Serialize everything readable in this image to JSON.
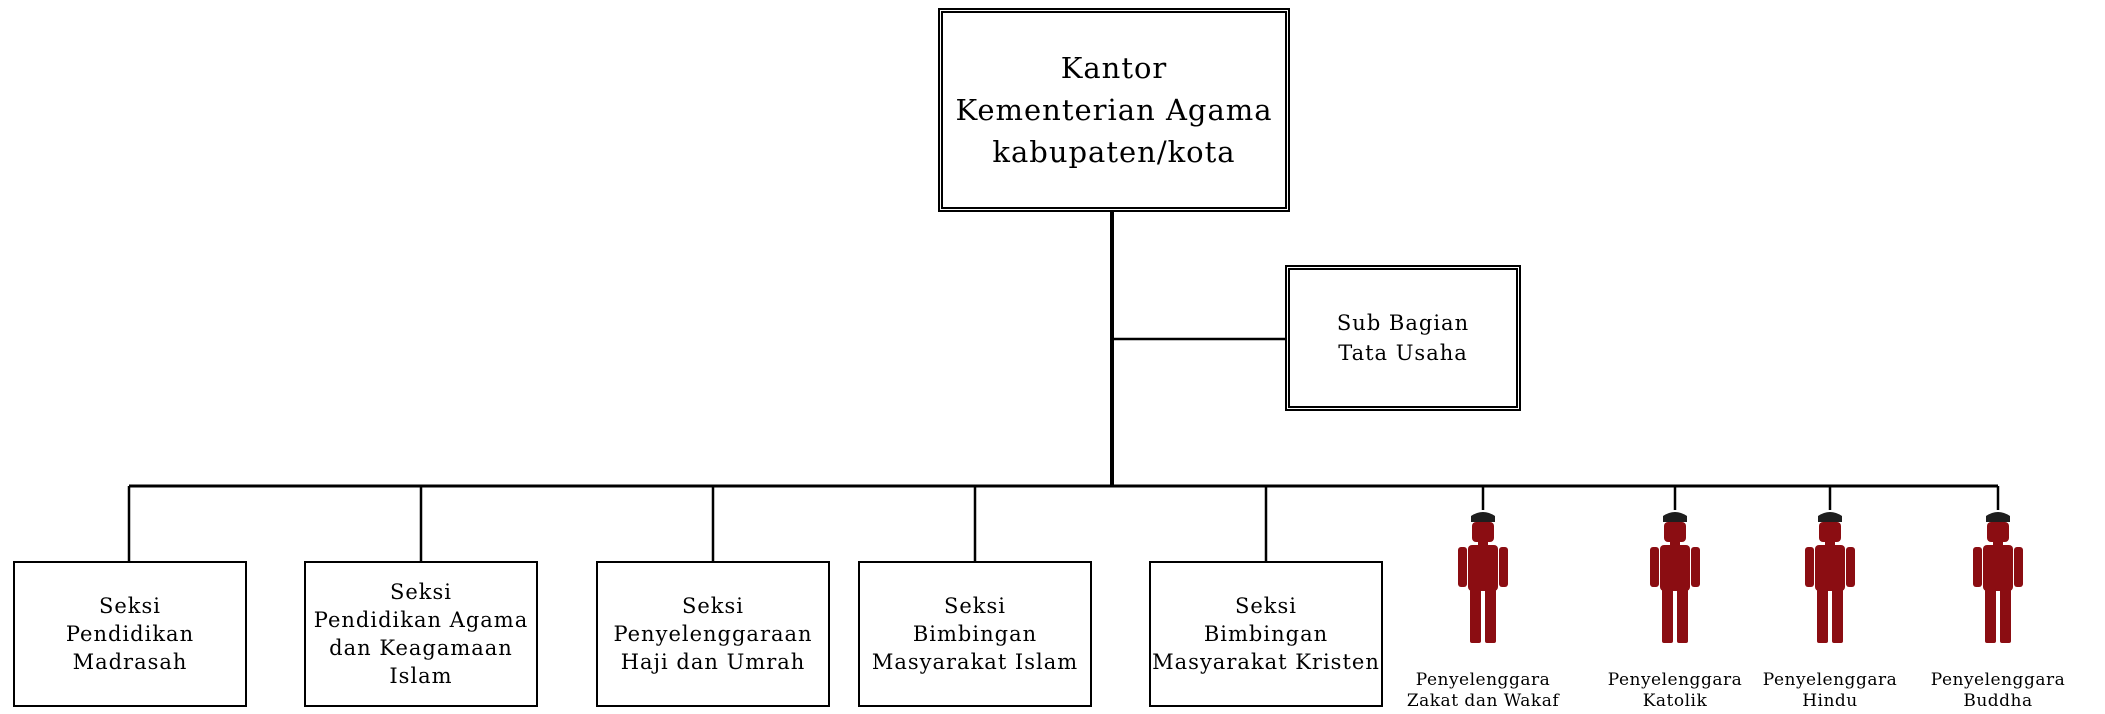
{
  "org_chart": {
    "head": {
      "label": "Kantor\nKementerian Agama\nkabupaten/kota"
    },
    "staff": {
      "label": "Sub Bagian\nTata Usaha"
    },
    "sections": [
      {
        "label": "Seksi\nPendidikan\nMadrasah"
      },
      {
        "label": "Seksi\nPendidikan Agama\ndan Keagamaan\nIslam"
      },
      {
        "label": "Seksi\nPenyelenggaraan\nHaji dan Umrah"
      },
      {
        "label": "Seksi\nBimbingan\nMasyarakat Islam"
      },
      {
        "label": "Seksi\nBimbingan\nMasyarakat Kristen"
      }
    ],
    "organizers": [
      {
        "label": "Penyelenggara\nZakat dan Wakaf",
        "icon": "person-icon"
      },
      {
        "label": "Penyelenggara\nKatolik",
        "icon": "person-icon"
      },
      {
        "label": "Penyelenggara\nHindu",
        "icon": "person-icon"
      },
      {
        "label": "Penyelenggara\nBuddha",
        "icon": "person-icon"
      }
    ]
  },
  "colors": {
    "line": "#000000",
    "figure_body": "#8b0d12",
    "figure_cap": "#1e1e1e"
  }
}
